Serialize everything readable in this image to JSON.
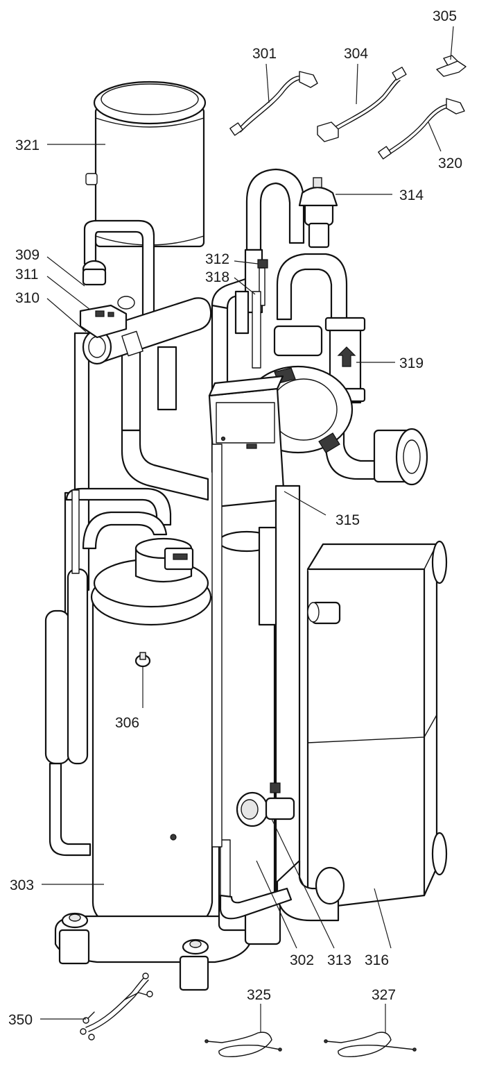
{
  "labels": {
    "l301": "301",
    "l302": "302",
    "l303": "303",
    "l304": "304",
    "l305": "305",
    "l306": "306",
    "l309": "309",
    "l310": "310",
    "l311": "311",
    "l312": "312",
    "l313": "313",
    "l314": "314",
    "l315": "315",
    "l316": "316",
    "l318": "318",
    "l319": "319",
    "l320": "320",
    "l321": "321",
    "l325": "325",
    "l327": "327",
    "l350": "350"
  }
}
